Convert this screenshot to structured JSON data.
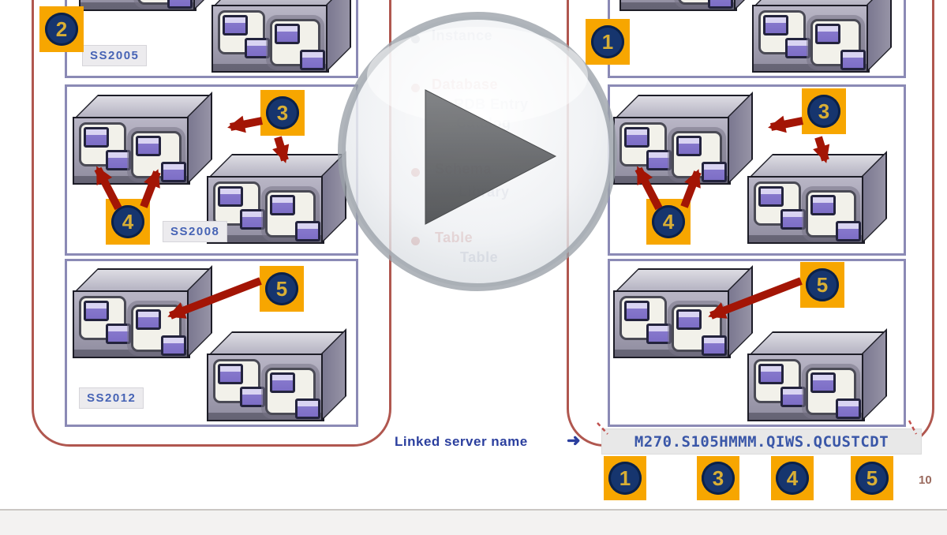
{
  "diagram": {
    "left_group": {
      "server_labels": [
        "SS2005",
        "SS2008",
        "SS2012"
      ],
      "badges": [
        "2",
        "3",
        "4",
        "5"
      ]
    },
    "right_group": {
      "badges": [
        "1",
        "3",
        "4",
        "5"
      ]
    },
    "terminology": {
      "items": [
        "Instance",
        "Database",
        "RDB Entry",
        "Catalog",
        "Schema",
        "Library",
        "Table",
        "Table"
      ]
    },
    "linked_server": {
      "caption": "Linked server name",
      "arrow_glyph": "➜",
      "value": "M270.S105HMMM.QIWS.QCUSTCDT",
      "badges": [
        "1",
        "3",
        "4",
        "5"
      ]
    },
    "page_number": "10"
  },
  "colors": {
    "badge_orange": "#f7a600",
    "badge_navy": "#16356e",
    "arrow_red": "#a31505",
    "container_border": "#b0574f",
    "panel_border": "#8b8ab5",
    "accent_blue": "#3a57a8"
  }
}
